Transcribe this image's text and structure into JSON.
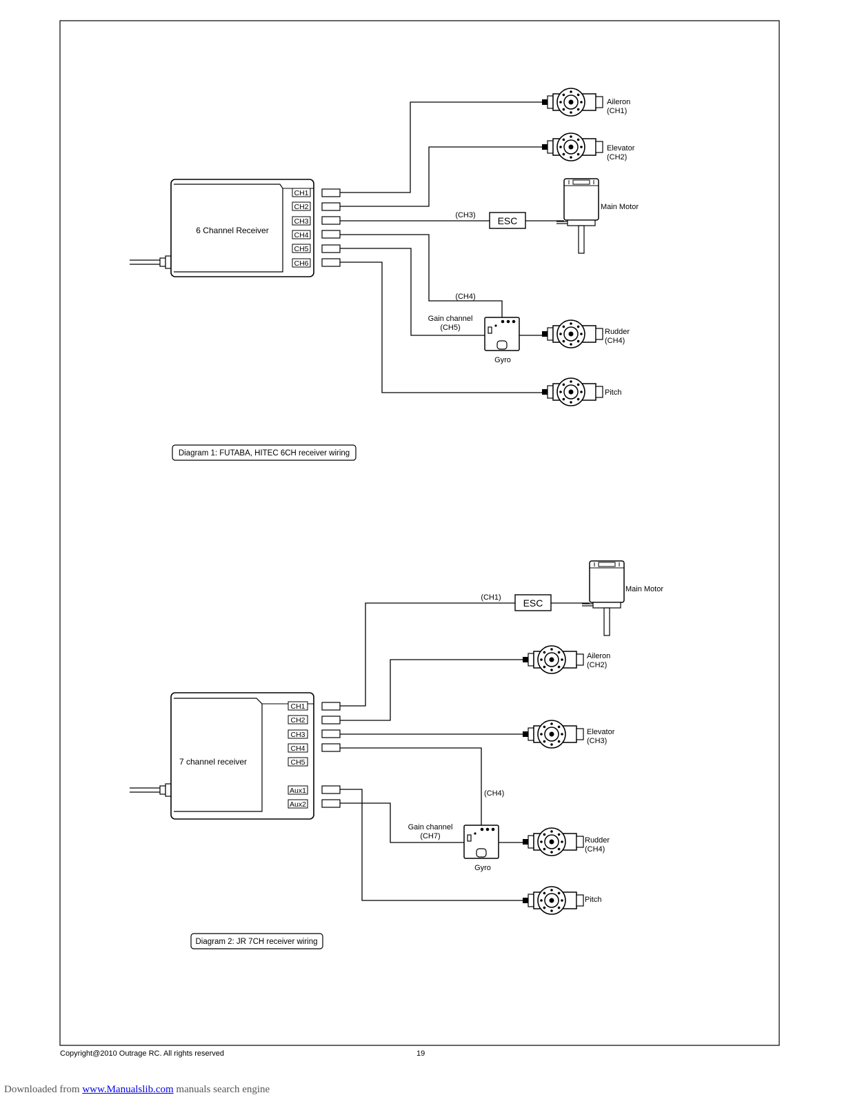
{
  "diagram1": {
    "receiver_label": "6 Channel Receiver",
    "ports": [
      "CH1",
      "CH2",
      "CH3",
      "CH4",
      "CH5",
      "CH6"
    ],
    "aileron_name": "Aileron",
    "aileron_ch": "(CH1)",
    "elevator_name": "Elevator",
    "elevator_ch": "(CH2)",
    "motor_label": "Main Motor",
    "esc_label": "ESC",
    "esc_wire_label": "(CH3)",
    "gyro_wire_label": "(CH4)",
    "gain_label": "Gain channel",
    "gain_ch": "(CH5)",
    "gyro_label": "Gyro",
    "rudder_name": "Rudder",
    "rudder_ch": "(CH4)",
    "pitch_label": "Pitch",
    "caption": "Diagram 1: FUTABA, HITEC 6CH receiver wiring"
  },
  "diagram2": {
    "receiver_label": "7 channel receiver",
    "ports": [
      "CH1",
      "CH2",
      "CH3",
      "CH4",
      "CH5",
      "Aux1",
      "Aux2"
    ],
    "motor_label": "Main Motor",
    "esc_label": "ESC",
    "esc_wire_label": "(CH1)",
    "aileron_name": "Aileron",
    "aileron_ch": "(CH2)",
    "elevator_name": "Elevator",
    "elevator_ch": "(CH3)",
    "gyro_wire_label": "(CH4)",
    "gain_label": "Gain channel",
    "gain_ch": "(CH7)",
    "gyro_label": "Gyro",
    "rudder_name": "Rudder",
    "rudder_ch": "(CH4)",
    "pitch_label": "Pitch",
    "caption": "Diagram 2: JR 7CH receiver wiring"
  },
  "footer": {
    "copyright": "Copyright@2010 Outrage RC. All rights reserved",
    "page_number": "19"
  },
  "download": {
    "prefix": "Downloaded from",
    "link": "www.Manualslib.com",
    "suffix": " manuals search engine"
  },
  "colors": {
    "ink": "#000000",
    "link": "#0000ee",
    "muted": "#555555"
  }
}
